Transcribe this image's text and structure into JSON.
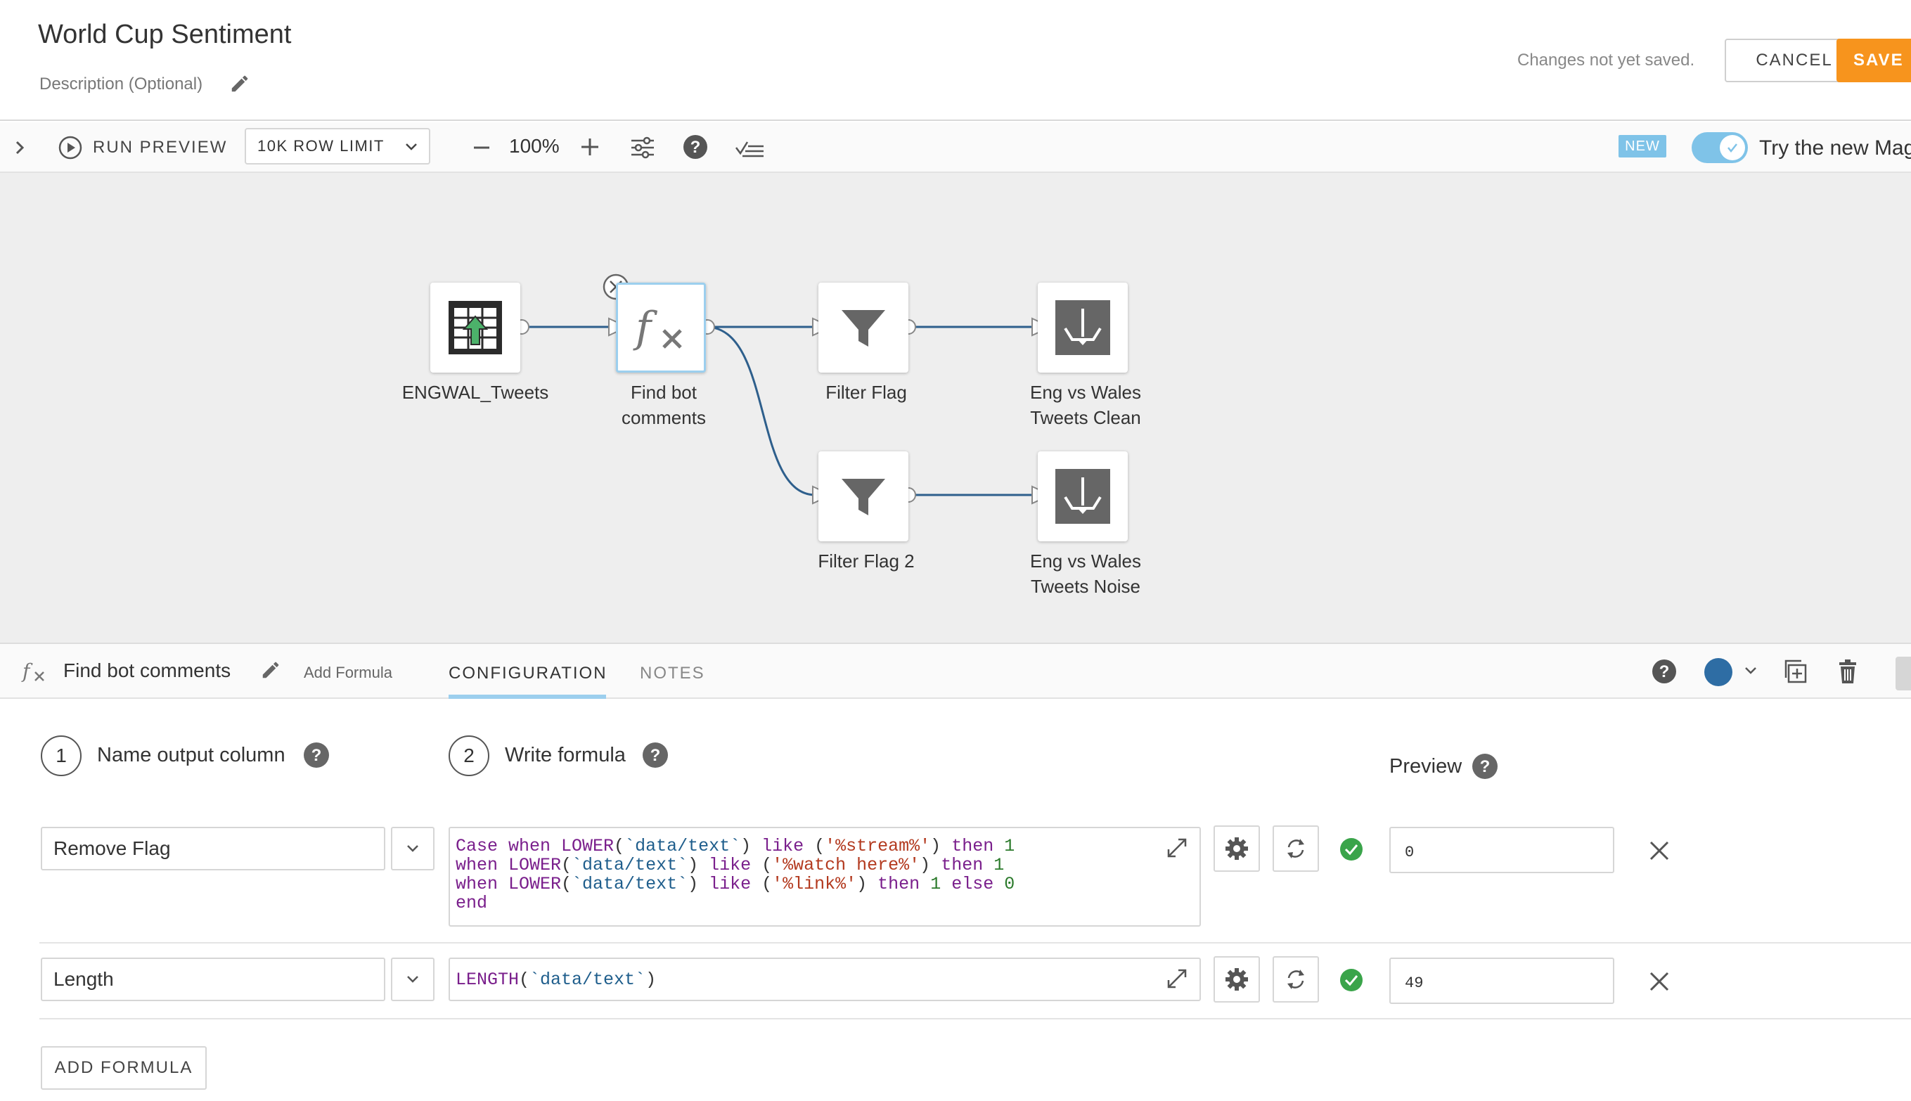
{
  "header": {
    "title": "World Cup Sentiment",
    "description_placeholder": "Description (Optional)",
    "status": "Changes not yet saved.",
    "cancel_label": "CANCEL",
    "save_label": "SAVE"
  },
  "toolbar": {
    "run_preview_label": "RUN PREVIEW",
    "row_limit_label": "10K ROW LIMIT",
    "zoom_level": "100%",
    "new_badge": "NEW",
    "try_new_label": "Try the new Mag",
    "toggle_on": true
  },
  "canvas": {
    "nodes": [
      {
        "id": "engwal",
        "label_lines": [
          "ENGWAL_Tweets"
        ],
        "icon": "dataset-icon"
      },
      {
        "id": "findbot",
        "label_lines": [
          "Find bot",
          "comments"
        ],
        "icon": "formula-icon",
        "selected": true
      },
      {
        "id": "filter1",
        "label_lines": [
          "Filter Flag"
        ],
        "icon": "filter-icon"
      },
      {
        "id": "filter2",
        "label_lines": [
          "Filter Flag 2"
        ],
        "icon": "filter-icon"
      },
      {
        "id": "outclean",
        "label_lines": [
          "Eng vs Wales",
          "Tweets Clean"
        ],
        "icon": "output-icon"
      },
      {
        "id": "outnoise",
        "label_lines": [
          "Eng vs Wales",
          "Tweets Noise"
        ],
        "icon": "output-icon"
      }
    ],
    "link_color": "#2e5f8c"
  },
  "panel": {
    "title": "Find bot comments",
    "add_formula_link": "Add Formula",
    "tabs": [
      {
        "label": "CONFIGURATION",
        "active": true
      },
      {
        "label": "NOTES",
        "active": false
      }
    ],
    "node_color": "#2e6da4"
  },
  "config": {
    "step1_number": "1",
    "step1_label": "Name output column",
    "step2_number": "2",
    "step2_label": "Write formula",
    "preview_label": "Preview",
    "formulas": [
      {
        "name": "Remove Flag",
        "formula_lines": [
          "Case when LOWER(`data/text`) like ('%stream%') then 1",
          "when LOWER(`data/text`) like ('%watch here%') then 1",
          "when LOWER(`data/text`) like ('%link%') then 1 else 0",
          "end"
        ],
        "preview": "0"
      },
      {
        "name": "Length",
        "formula_lines": [
          "LENGTH(`data/text`)"
        ],
        "preview": "49"
      }
    ],
    "add_formula_button": "ADD FORMULA"
  }
}
